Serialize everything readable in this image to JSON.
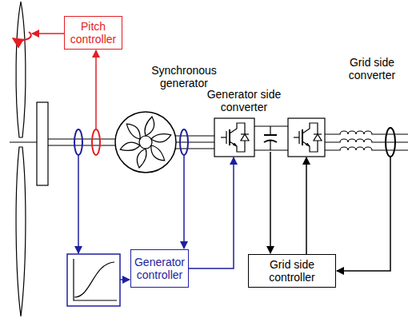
{
  "diagram": {
    "nodes": [
      {
        "text": [
          "Pitch controller"
        ]
      },
      {
        "text": [
          "Generator controller"
        ]
      },
      {
        "text": [
          "Grid side controller"
        ]
      }
    ],
    "labels": [
      "Synchronous generator",
      "Generator side converter",
      "Grid side converter"
    ]
  }
}
